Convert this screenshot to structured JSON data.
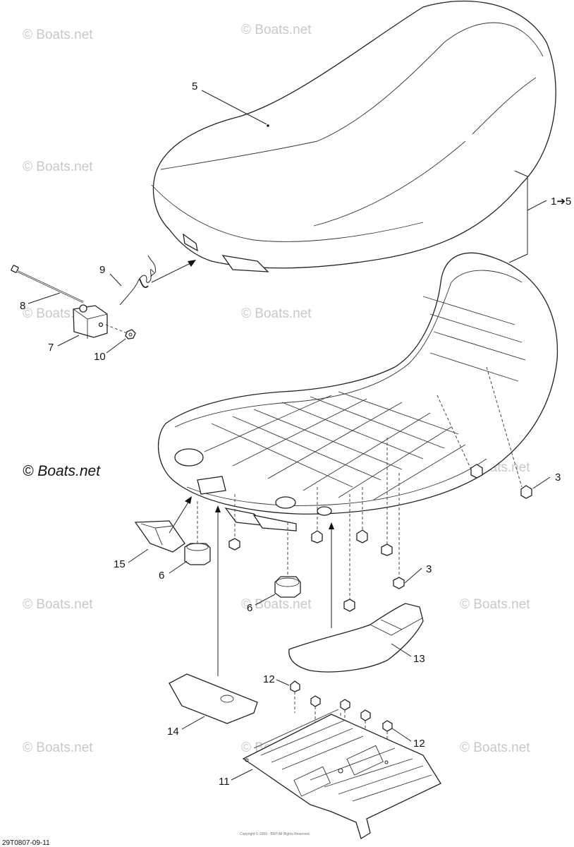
{
  "watermark": {
    "text": "© Boats.net"
  },
  "brand_mark": {
    "text": "© Boats.net"
  },
  "drawing_code": "29T0807-09-11",
  "copyright_line": "Copyright © 2009 - BRP All Rights Reserved",
  "callouts": {
    "c1to5": "1➔5",
    "c3a": "3",
    "c3b": "3",
    "c5": "5",
    "c6a": "6",
    "c6b": "6",
    "c7": "7",
    "c8": "8",
    "c9": "9",
    "c10": "10",
    "c11": "11",
    "c12a": "12",
    "c12b": "12",
    "c13": "13",
    "c14": "14",
    "c15": "15"
  },
  "parts": [
    {
      "number": "1➔5",
      "name": "seat-assembly"
    },
    {
      "number": "3",
      "name": "nut"
    },
    {
      "number": "5",
      "name": "seat-cover"
    },
    {
      "number": "6",
      "name": "bumper"
    },
    {
      "number": "7",
      "name": "latch"
    },
    {
      "number": "8",
      "name": "bolt"
    },
    {
      "number": "9",
      "name": "spring"
    },
    {
      "number": "10",
      "name": "lock-nut"
    },
    {
      "number": "11",
      "name": "skid-plate"
    },
    {
      "number": "12",
      "name": "flange-screw"
    },
    {
      "number": "13",
      "name": "heat-shield"
    },
    {
      "number": "14",
      "name": "rear-shield"
    },
    {
      "number": "15",
      "name": "seat-hook"
    }
  ]
}
